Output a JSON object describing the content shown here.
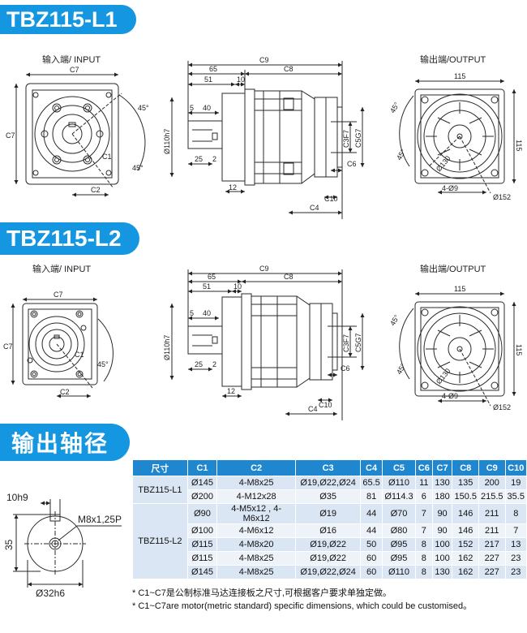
{
  "section1": {
    "title": "TBZ115-L1",
    "input_label": "输入端/ INPUT",
    "output_label": "输出端/OUTPUT"
  },
  "section2": {
    "title": "TBZ115-L2",
    "input_label": "输入端/ INPUT",
    "output_label": "输出端/OUTPUT"
  },
  "section3": {
    "title": "输出轴径",
    "shaft": {
      "width": "10h9",
      "thread": "M8x1,25P",
      "height": "35",
      "diameter": "Ø32h6"
    }
  },
  "dims": {
    "c1": "C1",
    "c2": "C2",
    "c3": "C3",
    "c4": "C4",
    "c5": "C5",
    "c6": "C6",
    "c7": "C7",
    "c8": "C8",
    "c9": "C9",
    "c10": "C10",
    "d65": "65",
    "d51": "51",
    "d10": "10",
    "d40": "40",
    "d5": "5",
    "d25": "25",
    "d2": "2",
    "d12": "12",
    "d115": "115",
    "d130": "Ø130",
    "d152": "Ø152",
    "d4x9": "4-Ø9",
    "d45": "45°",
    "phi110": "Ø110h7",
    "c3tol": "C3F7",
    "c5tol": "C5G7"
  },
  "table": {
    "headers": [
      "尺寸",
      "C1",
      "C2",
      "C3",
      "C4",
      "C5",
      "C6",
      "C7",
      "C8",
      "C9",
      "C10"
    ],
    "groups": [
      {
        "model": "TBZ115-L1",
        "rows": [
          [
            "Ø145",
            "4-M8x25",
            "Ø19,Ø22,Ø24",
            "65.5",
            "Ø110",
            "11",
            "130",
            "135",
            "200",
            "19"
          ],
          [
            "Ø200",
            "4-M12x28",
            "Ø35",
            "81",
            "Ø114.3",
            "6",
            "180",
            "150.5",
            "215.5",
            "35.5"
          ]
        ]
      },
      {
        "model": "TBZ115-L2",
        "rows": [
          [
            "Ø90",
            "4-M5x12 , 4-M6x12",
            "Ø19",
            "44",
            "Ø70",
            "7",
            "90",
            "146",
            "211",
            "8"
          ],
          [
            "Ø100",
            "4-M6x12",
            "Ø16",
            "44",
            "Ø80",
            "7",
            "90",
            "146",
            "211",
            "7"
          ],
          [
            "Ø115",
            "4-M8x20",
            "Ø19,Ø22",
            "50",
            "Ø95",
            "8",
            "100",
            "152",
            "217",
            "13"
          ],
          [
            "Ø115",
            "4-M8x25",
            "Ø19,Ø22",
            "60",
            "Ø95",
            "8",
            "100",
            "162",
            "227",
            "23"
          ],
          [
            "Ø145",
            "4-M8x25",
            "Ø19,Ø22,Ø24",
            "60",
            "Ø110",
            "8",
            "130",
            "162",
            "227",
            "23"
          ]
        ]
      }
    ]
  },
  "notes": [
    "* C1~C7是公制标准马达连接板之尺寸,可根据客户要求单独定做。",
    "* C1~C7are motor(metric standard)  specific dimensions, which could be customised。"
  ],
  "colors": {
    "accent": "#1496e0",
    "header": "#1e87cf",
    "row": "#dbe6f4"
  }
}
